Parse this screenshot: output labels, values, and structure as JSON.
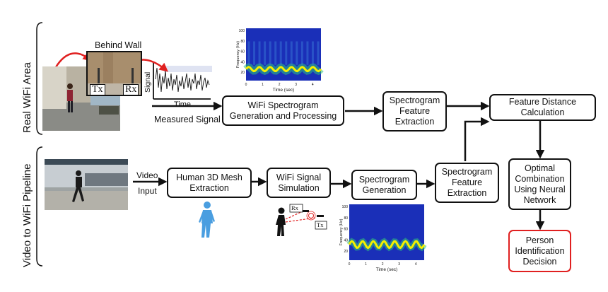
{
  "sections": {
    "real": "Real WiFi Area",
    "video": "Video to WiFi Pipeline"
  },
  "labels": {
    "behind_wall": "Behind Wall",
    "tx": "Tx",
    "rx": "Rx",
    "signal_axis": "Signal",
    "time_axis": "Time",
    "measured_signal": "Measured Signal",
    "video_input_1": "Video",
    "video_input_2": "Input",
    "sim_rx": "Rx",
    "sim_tx": "Tx"
  },
  "boxes": {
    "spectrogram_gen_processing": "WiFi Spectrogram\nGeneration and Processing",
    "feature_extraction_top": "Spectrogram\nFeature\nExtraction",
    "feature_distance": "Feature Distance\nCalculation",
    "mesh_extraction": "Human 3D Mesh\nExtraction",
    "signal_simulation": "WiFi Signal\nSimulation",
    "spectrogram_generation": "Spectrogram\nGeneration",
    "feature_extraction_bottom": "Spectrogram\nFeature\nExtraction",
    "optimal_combination": "Optimal\nCombination\nUsing Neural\nNetwork",
    "decision": "Person\nIdentification\nDecision"
  },
  "spectrograms": {
    "ylabel": "Frequency (Hz)",
    "xlabel": "Time (sec)",
    "y_ticks": [
      "100",
      "80",
      "60",
      "40",
      "20"
    ],
    "x_ticks": [
      "0",
      "1",
      "2",
      "3",
      "4"
    ]
  },
  "colors": {
    "stroke": "#111111",
    "decision_border": "#e02020",
    "wall_arrow": "#e02020",
    "spectro_bg": "#1a2fb8",
    "spectro_band": "#f4f000",
    "mesh_figure": "#4a9ee0"
  }
}
